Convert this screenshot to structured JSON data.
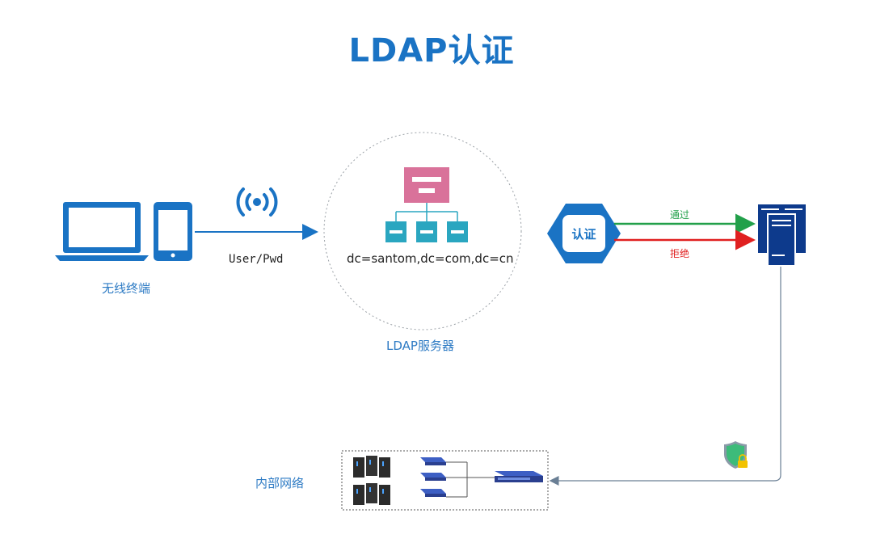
{
  "title": "LDAP认证",
  "labels": {
    "terminal": "无线终端",
    "credentials": "User/Pwd",
    "ldap_server": "LDAP服务器",
    "dn": "dc=santom,dc=com,dc=cn",
    "auth": "认证",
    "pass": "通过",
    "reject": "拒绝",
    "internal_network": "内部网络"
  },
  "colors": {
    "primary": "#1a73c4",
    "ldap_root": "#d9729a",
    "ldap_node": "#2aa6c0",
    "pass": "#22a04a",
    "reject": "#e02020",
    "server": "#0d3a8c"
  },
  "icons": {
    "laptop": "laptop-icon",
    "phone": "phone-icon",
    "wifi": "wifi-signal-icon",
    "directory": "directory-tree-icon",
    "auth": "auth-hexagon-icon",
    "server": "server-icon",
    "shield": "shield-lock-icon",
    "network": "internal-network-icon"
  }
}
